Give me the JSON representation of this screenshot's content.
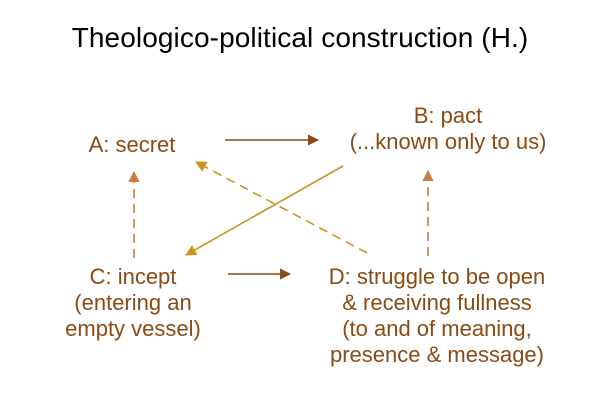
{
  "title": "Theologico-political construction (H.)",
  "colors": {
    "title": "#000000",
    "node_text": "#8B4A13",
    "arrow_brown": "#8B4A13",
    "arrow_gold": "#C8961E",
    "arrow_dashed": "#C97D3E"
  },
  "nodes": {
    "a": {
      "lines": [
        "A: secret"
      ]
    },
    "b": {
      "lines": [
        "B: pact",
        "(...known only to us)"
      ]
    },
    "c": {
      "lines": [
        "C: incept",
        "(entering an",
        "empty vessel)"
      ]
    },
    "d": {
      "lines": [
        "D: struggle to be open",
        "& receiving fullness",
        "(to and of meaning,",
        "presence & message)"
      ]
    }
  },
  "edges": [
    {
      "from": "A",
      "to": "B",
      "style": "solid",
      "color": "arrow_brown"
    },
    {
      "from": "C",
      "to": "D",
      "style": "solid",
      "color": "arrow_brown"
    },
    {
      "from": "B",
      "to": "C",
      "style": "solid",
      "color": "arrow_gold"
    },
    {
      "from": "D",
      "to": "A",
      "style": "dashed",
      "color": "arrow_gold"
    },
    {
      "from": "C",
      "to": "A",
      "style": "dashed",
      "color": "arrow_dashed"
    },
    {
      "from": "D",
      "to": "B",
      "style": "dashed",
      "color": "arrow_dashed"
    }
  ]
}
